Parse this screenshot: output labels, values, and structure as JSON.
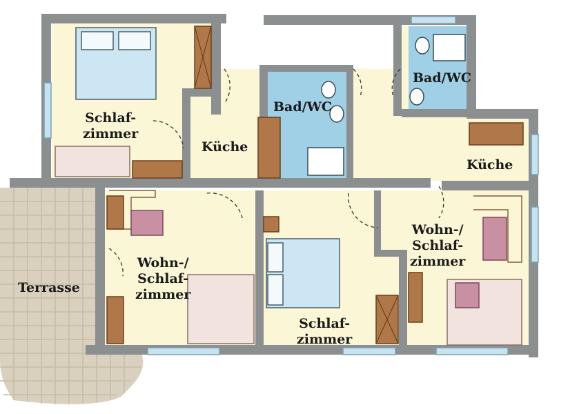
{
  "colors": {
    "wall": "#8c8f90",
    "floor": "#fbf6d6",
    "bath": "#9fd0e6",
    "terrace": "#d9d0bd",
    "terrace_grid": "#c6bca6",
    "cabinet": "#b07848",
    "cabinet_dark": "#8a5530",
    "bed_blue": "#cde6f3",
    "sofa_pink": "#f2e3df",
    "cushion": "#c98fa2",
    "window": "#c7e2f0"
  },
  "rooms": {
    "schlafzimmer_top": {
      "line1": "Schlaf-",
      "line2": "zimmer"
    },
    "kueche_left": {
      "line1": "Küche"
    },
    "bad_left": {
      "line1": "Bad/WC"
    },
    "bad_right": {
      "line1": "Bad/WC"
    },
    "kueche_right": {
      "line1": "Küche"
    },
    "terrasse": {
      "line1": "Terrasse"
    },
    "wohn_left": {
      "line1": "Wohn-/",
      "line2": "Schlaf-",
      "line3": "zimmer"
    },
    "schlafzimmer_bottom": {
      "line1": "Schlaf-",
      "line2": "zimmer"
    },
    "wohn_right": {
      "line1": "Wohn-/",
      "line2": "Schlaf-",
      "line3": "zimmer"
    }
  }
}
